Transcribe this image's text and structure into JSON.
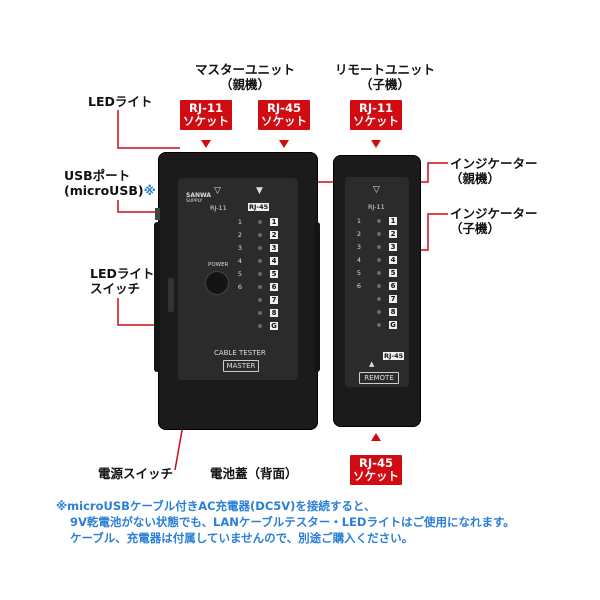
{
  "labels": {
    "master_title_line1": "マスターユニット",
    "master_title_line2": "（親機）",
    "remote_title_line1": "リモートユニット",
    "remote_title_line2": "（子機）",
    "led_light": "LEDライト",
    "usb_port_line1": "USBポート",
    "usb_port_line2": "(microUSB)",
    "usb_port_mark": "※",
    "led_switch_line1": "LEDライト",
    "led_switch_line2": "スイッチ",
    "indicator_master_line1": "インジケーター",
    "indicator_master_line2": "（親機）",
    "indicator_remote_line1": "インジケーター",
    "indicator_remote_line2": "（子機）",
    "power_switch": "電源スイッチ",
    "battery_cover": "電池蓋（背面）"
  },
  "badges": {
    "master_rj11_line1": "RJ-11",
    "master_rj11_line2": "ソケット",
    "master_rj45_line1": "RJ-45",
    "master_rj45_line2": "ソケット",
    "remote_rj11_line1": "RJ-11",
    "remote_rj11_line2": "ソケット",
    "remote_rj45_line1": "RJ-45",
    "remote_rj45_line2": "ソケット"
  },
  "device": {
    "brand_line1": "SANWA",
    "brand_line2": "SUPPLY",
    "master_rj11_label": "RJ-11",
    "master_rj45_label": "RJ-45",
    "remote_rj11_label": "RJ-11",
    "remote_rj45_label": "RJ-45",
    "power_label": "POWER",
    "cable_tester_label": "CABLE TESTER",
    "master_box_label": "MASTER",
    "remote_box_label": "REMOTE",
    "rj11_numbers": [
      "1",
      "2",
      "3",
      "4",
      "5",
      "6"
    ],
    "rj45_pins": [
      "1",
      "2",
      "3",
      "4",
      "5",
      "6",
      "7",
      "8",
      "G"
    ]
  },
  "notes": {
    "line1": "※microUSBケーブル付きAC充電器(DC5V)を接続すると、",
    "line2": "9V乾電池がない状態でも、LANケーブルテスター・LEDライトはご使用になれます。",
    "line3": "ケーブル、充電器は付属していませんので、別途ご購入ください。"
  },
  "colors": {
    "accent_red": "#d10b12",
    "note_blue": "#2a7fd6",
    "device_body": "#1b1b1b"
  }
}
